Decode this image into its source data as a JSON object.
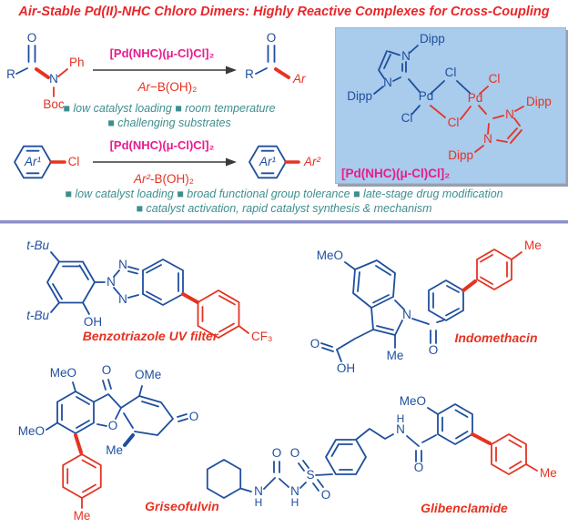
{
  "title": "Air-Stable Pd(II)-NHC Chloro Dimers: Highly Reactive Complexes for Cross-Coupling",
  "reaction1": {
    "substrate": {
      "R": "R",
      "O": "O",
      "N": "N",
      "Ph": "Ph",
      "Boc": "Boc"
    },
    "catalyst": "[Pd(NHC)(μ-Cl)Cl]₂",
    "reagent_ar": "Ar",
    "reagent_rest": "−B(OH)₂",
    "product": {
      "R": "R",
      "O": "O",
      "Ar": "Ar"
    },
    "bullets": [
      "■ low catalyst loading ■ room temperature",
      "■ challenging substrates"
    ]
  },
  "reaction2": {
    "substrate": {
      "Ar1": "Ar¹",
      "Cl": "Cl"
    },
    "catalyst": "[Pd(NHC)(μ-Cl)Cl]₂",
    "reagent_ar": "Ar²",
    "reagent_rest": "-B(OH)₂",
    "product": {
      "Ar1": "Ar¹",
      "Ar2": "Ar²"
    }
  },
  "features": [
    "■ low catalyst loading ■ broad functional group tolerance ■ late-stage drug modification",
    "■ catalyst activation, rapid catalyst synthesis & mechanism"
  ],
  "catalyst_box": {
    "label": "[Pd(NHC)(μ-Cl)Cl]₂",
    "blue_unit": {
      "Dipp_top": "Dipp",
      "Dipp_left": "Dipp",
      "N_top": "N",
      "N_bottom": "N",
      "Pd": "Pd",
      "Cl_bridge": "Cl",
      "Cl_terminal": "Cl"
    },
    "red_unit": {
      "Dipp_right": "Dipp",
      "Dipp_bottom": "Dipp",
      "N_top": "N",
      "N_bottom": "N",
      "Pd": "Pd",
      "Cl_bridge": "Cl",
      "Cl_terminal": "Cl"
    }
  },
  "molecules": {
    "benzotriazole": {
      "name": "Benzotriazole UV filter",
      "tBu_top": "t-Bu",
      "tBu_bottom": "t-Bu",
      "OH": "OH",
      "N_top": "N",
      "N_mid": "N",
      "N_bottom": "N",
      "CF3": "CF₃"
    },
    "indomethacin": {
      "name": "Indomethacin",
      "MeO": "MeO",
      "N": "N",
      "Me_C2": "Me",
      "O_acid": "O",
      "OH": "OH",
      "O_amide": "O",
      "Me_tolyl": "Me"
    },
    "griseofulvin": {
      "name": "Griseofulvin",
      "MeO_top": "MeO",
      "O_ketone": "O",
      "OMe": "OMe",
      "MeO_left": "MeO",
      "O_furan": "O",
      "O_enone": "O",
      "Me_spiro": "Me",
      "Me_tolyl": "Me"
    },
    "glibenclamide": {
      "name": "Glibenclamide",
      "N1": "N",
      "H1": "H",
      "O_urea": "O",
      "N2": "N",
      "H2": "H",
      "S": "S",
      "O_s_top": "O",
      "O_s_bottom": "O",
      "H3": "H",
      "N3": "N",
      "O_amide": "O",
      "MeO": "MeO",
      "Me_tolyl": "Me"
    }
  },
  "colors": {
    "title_red": "#e8262a",
    "structure_blue": "#1f4f9e",
    "structure_red": "#e53322",
    "catalyst_magenta": "#e81c8e",
    "feature_teal": "#3f8e8e",
    "box_bg": "#a9cbec",
    "divider": "#8d90c9"
  }
}
